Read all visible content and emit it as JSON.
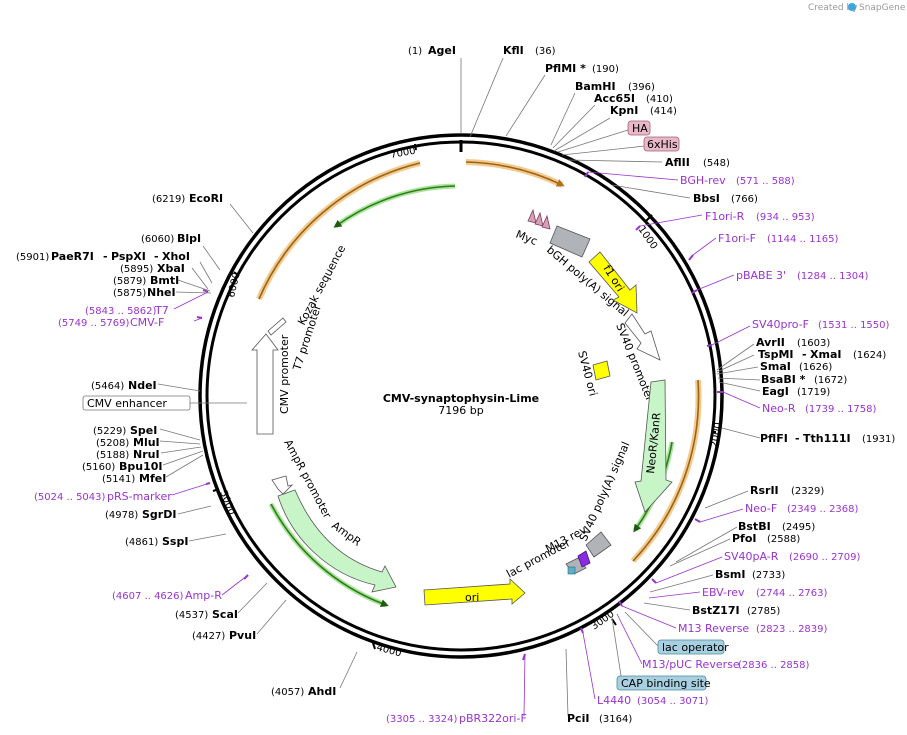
{
  "credit": {
    "created_by": "Created by",
    "brand": "SnapGene"
  },
  "plasmid": {
    "name": "CMV-synaptophysin-Lime",
    "size": "7196 bp"
  },
  "ticks": [
    "1000",
    "2000",
    "3000",
    "4000",
    "5000",
    "6000",
    "7000"
  ],
  "sites": {
    "agei": {
      "pos": "(1)",
      "name": "AgeI"
    },
    "kfli": {
      "name": "KflI",
      "pos": "(36)"
    },
    "pflmi": {
      "name": "PflMI *",
      "pos": "(190)"
    },
    "bamhi": {
      "name": "BamHI",
      "pos": "(396)"
    },
    "acc65i": {
      "name": "Acc65I",
      "pos": "(410)"
    },
    "kpni": {
      "name": "KpnI",
      "pos": "(414)"
    },
    "aflii": {
      "name": "AflII",
      "pos": "(548)"
    },
    "bbsi": {
      "name": "BbsI",
      "pos": "(766)"
    },
    "avrii": {
      "name": "AvrII",
      "pos": "(1603)"
    },
    "tspmi": {
      "name": "TspMI",
      "sep": "-",
      "name2": "XmaI",
      "pos": "(1624)"
    },
    "smai": {
      "name": "SmaI",
      "pos": "(1626)"
    },
    "bsabi": {
      "name": "BsaBI *",
      "pos": "(1672)"
    },
    "eagi": {
      "name": "EagI",
      "pos": "(1719)"
    },
    "pflfi": {
      "name": "PflFI",
      "sep": "-",
      "name2": "Tth111I",
      "pos": "(1931)"
    },
    "rsrii": {
      "name": "RsrII",
      "pos": "(2329)"
    },
    "bstbi": {
      "name": "BstBI",
      "pos": "(2495)"
    },
    "pfoi": {
      "name": "PfoI",
      "pos": "(2588)"
    },
    "bsmi": {
      "name": "BsmI",
      "pos": "(2733)"
    },
    "bstz17i": {
      "name": "BstZ17I",
      "pos": "(2785)"
    },
    "pcii": {
      "name": "PciI",
      "pos": "(3164)"
    },
    "ahdi": {
      "pos": "(4057)",
      "name": "AhdI"
    },
    "pvui": {
      "pos": "(4427)",
      "name": "PvuI"
    },
    "scai": {
      "pos": "(4537)",
      "name": "ScaI"
    },
    "sspi": {
      "pos": "(4861)",
      "name": "SspI"
    },
    "sgrdi": {
      "pos": "(4978)",
      "name": "SgrDI"
    },
    "mfei": {
      "pos": "(5141)",
      "name": "MfeI"
    },
    "bpu10i": {
      "pos": "(5160)",
      "name": "Bpu10I"
    },
    "nrui": {
      "pos": "(5188)",
      "name": "NruI"
    },
    "mlui": {
      "pos": "(5208)",
      "name": "MluI"
    },
    "spei": {
      "pos": "(5229)",
      "name": "SpeI"
    },
    "ndei": {
      "pos": "(5464)",
      "name": "NdeI"
    },
    "nhei": {
      "pos": "(5875)",
      "name": "NheI"
    },
    "bmti": {
      "pos": "(5879)",
      "name": "BmtI"
    },
    "xbai": {
      "pos": "(5895)",
      "name": "XbaI"
    },
    "paer7i": {
      "pos": "(5901)",
      "name": "PaeR7I",
      "sep1": "-",
      "name2": "PspXI",
      "sep2": "-",
      "name3": "XhoI"
    },
    "blpi": {
      "pos": "(6060)",
      "name": "BlpI"
    },
    "ecori": {
      "pos": "(6219)",
      "name": "EcoRI"
    }
  },
  "primers": {
    "bgh_rev": {
      "name": "BGH-rev",
      "range": "(571 .. 588)"
    },
    "f1ori_r": {
      "name": "F1ori-R",
      "range": "(934 .. 953)"
    },
    "f1ori_f": {
      "name": "F1ori-F",
      "range": "(1144 .. 1165)"
    },
    "pbabe3": {
      "name": "pBABE 3'",
      "range": "(1284 .. 1304)"
    },
    "sv40pro_f": {
      "name": "SV40pro-F",
      "range": "(1531 .. 1550)"
    },
    "neo_r": {
      "name": "Neo-R",
      "range": "(1739 .. 1758)"
    },
    "neo_f": {
      "name": "Neo-F",
      "range": "(2349 .. 2368)"
    },
    "sv40pa_r": {
      "name": "SV40pA-R",
      "range": "(2690 .. 2709)"
    },
    "ebv_rev": {
      "name": "EBV-rev",
      "range": "(2744 .. 2763)"
    },
    "m13_reverse": {
      "name": "M13 Reverse",
      "range": "(2823 .. 2839)"
    },
    "m13_puc_reverse": {
      "name": "M13/pUC Reverse",
      "range": "(2836 .. 2858)"
    },
    "l4440": {
      "name": "L4440",
      "range": "(3054 .. 3071)"
    },
    "pbr322ori_f": {
      "range": "(3305 .. 3324)",
      "name": "pBR322ori-F"
    },
    "amp_r": {
      "range": "(4607 .. 4626)",
      "name": "Amp-R"
    },
    "prs_marker": {
      "range": "(5024 .. 5043)",
      "name": "pRS-marker"
    },
    "cmv_f": {
      "range": "(5749 .. 5769)",
      "name": "CMV-F"
    },
    "t7": {
      "range": "(5843 .. 5862)",
      "name": "T7"
    }
  },
  "boxed": {
    "ha": "HA",
    "his6": "6xHis",
    "lac_operator": "lac operator",
    "cap_binding": "CAP binding site",
    "cmv_enhancer": "CMV enhancer"
  },
  "features": {
    "myc": "Myc",
    "bgh": "bGH poly(A) signal",
    "f1ori": "f1 ori",
    "sv40prom": "SV40 promoter",
    "sv40ori": "SV40 ori",
    "neokan": "NeoR/KanR",
    "sv40pa": "SV40 poly(A) signal",
    "m13rev": "M13 rev",
    "lacprom": "lac promoter",
    "ori": "ori",
    "ampr": "AmpR",
    "ampr_prom": "AmpR promoter",
    "cmv_prom": "CMV promoter",
    "t7_prom": "T7 promoter",
    "kozak": "Kozak sequence"
  },
  "colors": {
    "backbone": "#000000",
    "primer": "#9933cc",
    "orange_arc": "#e8a84f",
    "green_arc": "#2e7d1a",
    "ampr_fill": "#c8f5c8",
    "ori_fill": "#ffff00",
    "gray_fill": "#b0b4b8",
    "pink_box": "#e8b8c8",
    "blue_box": "#a8d0e0"
  }
}
